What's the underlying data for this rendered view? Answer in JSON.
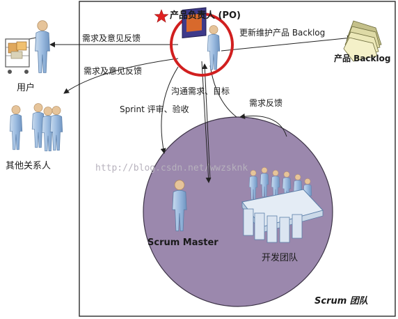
{
  "po": {
    "label": "产品负责人 (PO)"
  },
  "backlog": {
    "label": "产品 Backlog"
  },
  "users": {
    "label": "用户"
  },
  "stakeholders": {
    "label": "其他关系人"
  },
  "team": {
    "label": "开发团队"
  },
  "scrum_master": {
    "label": "Scrum Master"
  },
  "scrum_team": {
    "label": "Scrum 团队"
  },
  "watermark": {
    "text": "http://blog.csdn.net/wwzsknk"
  },
  "arrows": {
    "update_backlog": "更新维护产品 Backlog",
    "feedback_to_users": "需求及意见反馈",
    "feedback_to_stakeholders": "需求及意见反馈",
    "communicate": "沟通需求、目标",
    "sprint_review": "Sprint 评审、验收",
    "requirement_feedback": "需求反馈"
  },
  "colors": {
    "scrum_circle": "#9b88ad",
    "po_ring": "#d11f1f",
    "star": "#e02020",
    "figure_body": "#8fb0d4",
    "figure_head": "#e6c49a"
  }
}
